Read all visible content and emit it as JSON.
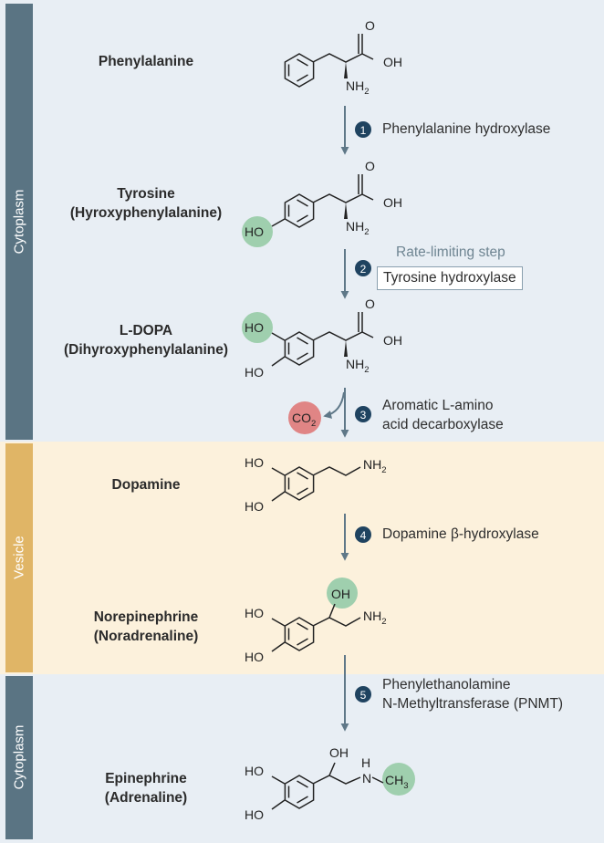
{
  "zones": {
    "top": "Cytoplasm",
    "middle": "Vesicle",
    "bottom": "Cytoplasm"
  },
  "compounds": [
    {
      "name": "Phenylalanine",
      "alt": ""
    },
    {
      "name": "Tyrosine",
      "alt": "(Hyroxyphenylalanine)"
    },
    {
      "name": "L-DOPA",
      "alt": "(Dihyroxyphenylalanine)"
    },
    {
      "name": "Dopamine",
      "alt": ""
    },
    {
      "name": "Norepinephrine",
      "alt": "(Noradrenaline)"
    },
    {
      "name": "Epinephrine",
      "alt": "(Adrenaline)"
    }
  ],
  "steps": [
    {
      "num": "1",
      "enzyme_line1": "Phenylalanine hydroxylase",
      "enzyme_line2": ""
    },
    {
      "num": "2",
      "note": "Rate-limiting step",
      "enzyme_line1": "Tyrosine hydroxylase",
      "enzyme_line2": ""
    },
    {
      "num": "3",
      "enzyme_line1": "Aromatic L-amino",
      "enzyme_line2": "acid decarboxylase"
    },
    {
      "num": "4",
      "enzyme_line1": "Dopamine β-hydroxylase",
      "enzyme_line2": ""
    },
    {
      "num": "5",
      "enzyme_line1": "Phenylethanolamine",
      "enzyme_line2": "N-Methyltransferase (PNMT)"
    }
  ],
  "chem": {
    "oh": "OH",
    "ho": "HO",
    "o": "O",
    "n": "N",
    "h": "H",
    "nh": "NH",
    "ch": "CH",
    "co": "CO",
    "sub2": "2",
    "sub3": "3"
  },
  "colors": {
    "cytoplasm_bg": "#e8eef4",
    "vesicle_bg": "#fcf1dc",
    "cytoplasm_bar": "#5a7483",
    "vesicle_bar": "#e0b566",
    "arrow": "#5f7888",
    "step_badge": "#1f4360",
    "highlight_green": "#9fcfae",
    "highlight_red": "#e08585"
  }
}
